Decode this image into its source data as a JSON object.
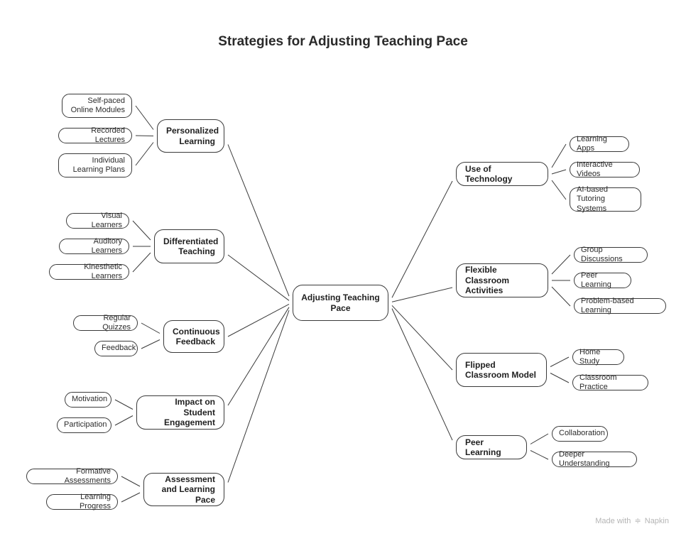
{
  "title": "Strategies for Adjusting Teaching Pace",
  "center": "Adjusting Teaching Pace",
  "branches": [
    {
      "id": "personalized",
      "label": "Personalized Learning",
      "side": "left",
      "children": [
        "Self-paced Online Modules",
        "Recorded Lectures",
        "Individual Learning Plans"
      ]
    },
    {
      "id": "differentiated",
      "label": "Differentiated Teaching",
      "side": "left",
      "children": [
        "Visual Learners",
        "Auditory Learners",
        "Kinesthetic Learners"
      ]
    },
    {
      "id": "feedback",
      "label": "Continuous Feedback",
      "side": "left",
      "children": [
        "Regular Quizzes",
        "Feedback"
      ]
    },
    {
      "id": "engagement",
      "label": "Impact on Student Engagement",
      "side": "left",
      "children": [
        "Motivation",
        "Participation"
      ]
    },
    {
      "id": "assessment",
      "label": "Assessment and Learning Pace",
      "side": "left",
      "children": [
        "Formative Assessments",
        "Learning Progress"
      ]
    },
    {
      "id": "technology",
      "label": "Use of Technology",
      "side": "right",
      "children": [
        "Learning Apps",
        "Interactive Videos",
        "AI-based Tutoring Systems"
      ]
    },
    {
      "id": "flexible",
      "label": "Flexible Classroom Activities",
      "side": "right",
      "children": [
        "Group Discussions",
        "Peer Learning",
        "Problem-based Learning"
      ]
    },
    {
      "id": "flipped",
      "label": "Flipped Classroom Model",
      "side": "right",
      "children": [
        "Home Study",
        "Classroom Practice"
      ]
    },
    {
      "id": "peer",
      "label": "Peer Learning",
      "side": "right",
      "children": [
        "Collaboration",
        "Deeper Understanding"
      ]
    }
  ],
  "footer": {
    "prefix": "Made with",
    "brand": "Napkin"
  },
  "colors": {
    "stroke": "#3a3a3a",
    "text": "#1f1f1f",
    "footer": "#b5b5b5"
  }
}
